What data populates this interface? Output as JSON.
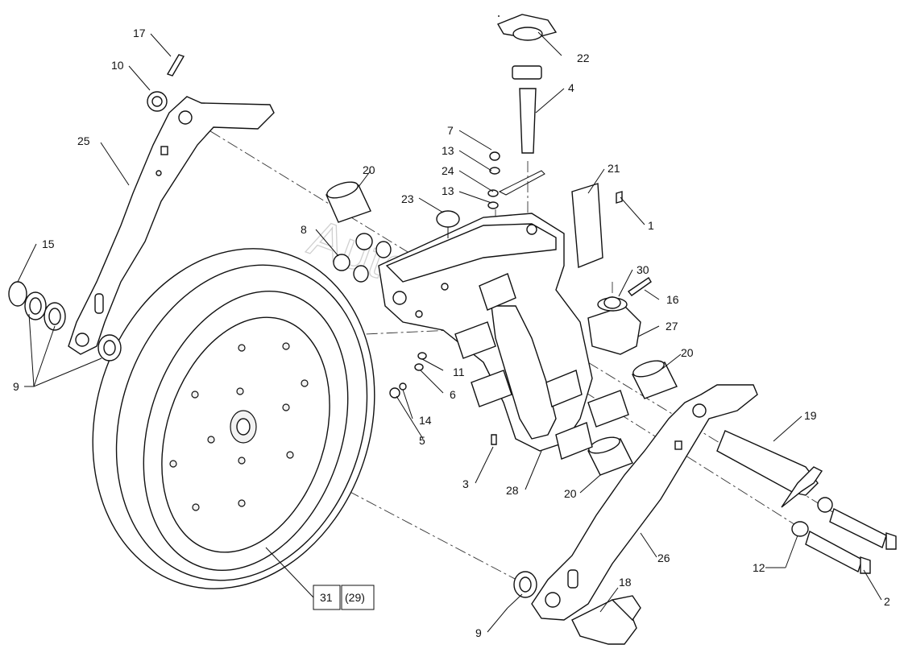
{
  "watermark": "Autosoft",
  "callouts": {
    "c1": "1",
    "c2": "2",
    "c3": "3",
    "c4": "4",
    "c5": "5",
    "c6": "6",
    "c7": "7",
    "c8": "8",
    "c9a": "9",
    "c9b": "9",
    "c10": "10",
    "c11": "11",
    "c12": "12",
    "c13a": "13",
    "c13b": "13",
    "c14": "14",
    "c15": "15",
    "c16": "16",
    "c17": "17",
    "c18": "18",
    "c19": "19",
    "c20a": "20",
    "c20b": "20",
    "c20c": "20",
    "c21": "21",
    "c22": "22",
    "c23": "23",
    "c24": "24",
    "c25": "25",
    "c26": "26",
    "c27": "27",
    "c28": "28",
    "c30": "30"
  },
  "boxes": {
    "b31": "31",
    "b29": "(29)"
  }
}
